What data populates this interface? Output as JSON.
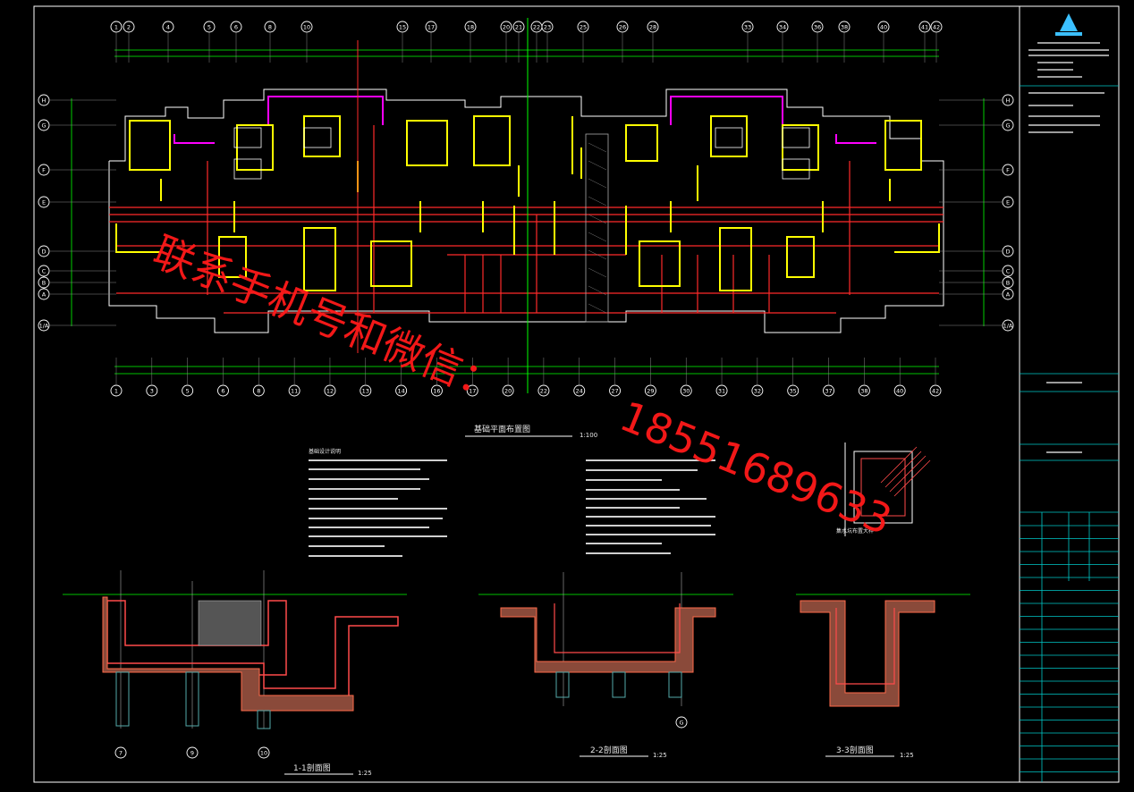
{
  "main_plan": {
    "title": "基础平面布置图",
    "scale": "1:100",
    "top_axes": [
      "1",
      "2",
      "4",
      "5",
      "6",
      "8",
      "10",
      "15",
      "17",
      "18",
      "20",
      "21",
      "22",
      "23",
      "25",
      "26",
      "28",
      "33",
      "34",
      "36",
      "38",
      "40",
      "41",
      "42"
    ],
    "bottom_axes": [
      "1",
      "3",
      "5",
      "6",
      "8",
      "11",
      "12",
      "13",
      "14",
      "16",
      "17",
      "20",
      "22",
      "24",
      "27",
      "29",
      "30",
      "31",
      "32",
      "35",
      "37",
      "38",
      "40",
      "42"
    ],
    "left_axes": [
      "H",
      "G",
      "F",
      "E",
      "D",
      "C",
      "B",
      "A",
      "1/A"
    ],
    "right_axes": [
      "H",
      "G",
      "F",
      "E",
      "D",
      "C",
      "B",
      "A",
      "1/A"
    ]
  },
  "watermark": {
    "line1": "联系手机号和微信：",
    "line2": "18551689633"
  },
  "notes_title": "基础设计说明",
  "detail_title": "集水坑布置大样",
  "sections": [
    {
      "title": "1-1剖面图",
      "scale": "1:25",
      "axes": [
        "7",
        "9",
        "10"
      ]
    },
    {
      "title": "2-2剖面图",
      "scale": "1:25",
      "axes": [
        "G"
      ]
    },
    {
      "title": "3-3剖面图",
      "scale": "1:25",
      "axes": []
    }
  ],
  "colors": {
    "frame": "#ffffff",
    "title_block": "#00c8c8",
    "wall": "#ffff00",
    "red_line": "#ff2a2a",
    "green_dim": "#00ff00",
    "magenta": "#ff00ff",
    "watermark": "#ff1a1a"
  }
}
